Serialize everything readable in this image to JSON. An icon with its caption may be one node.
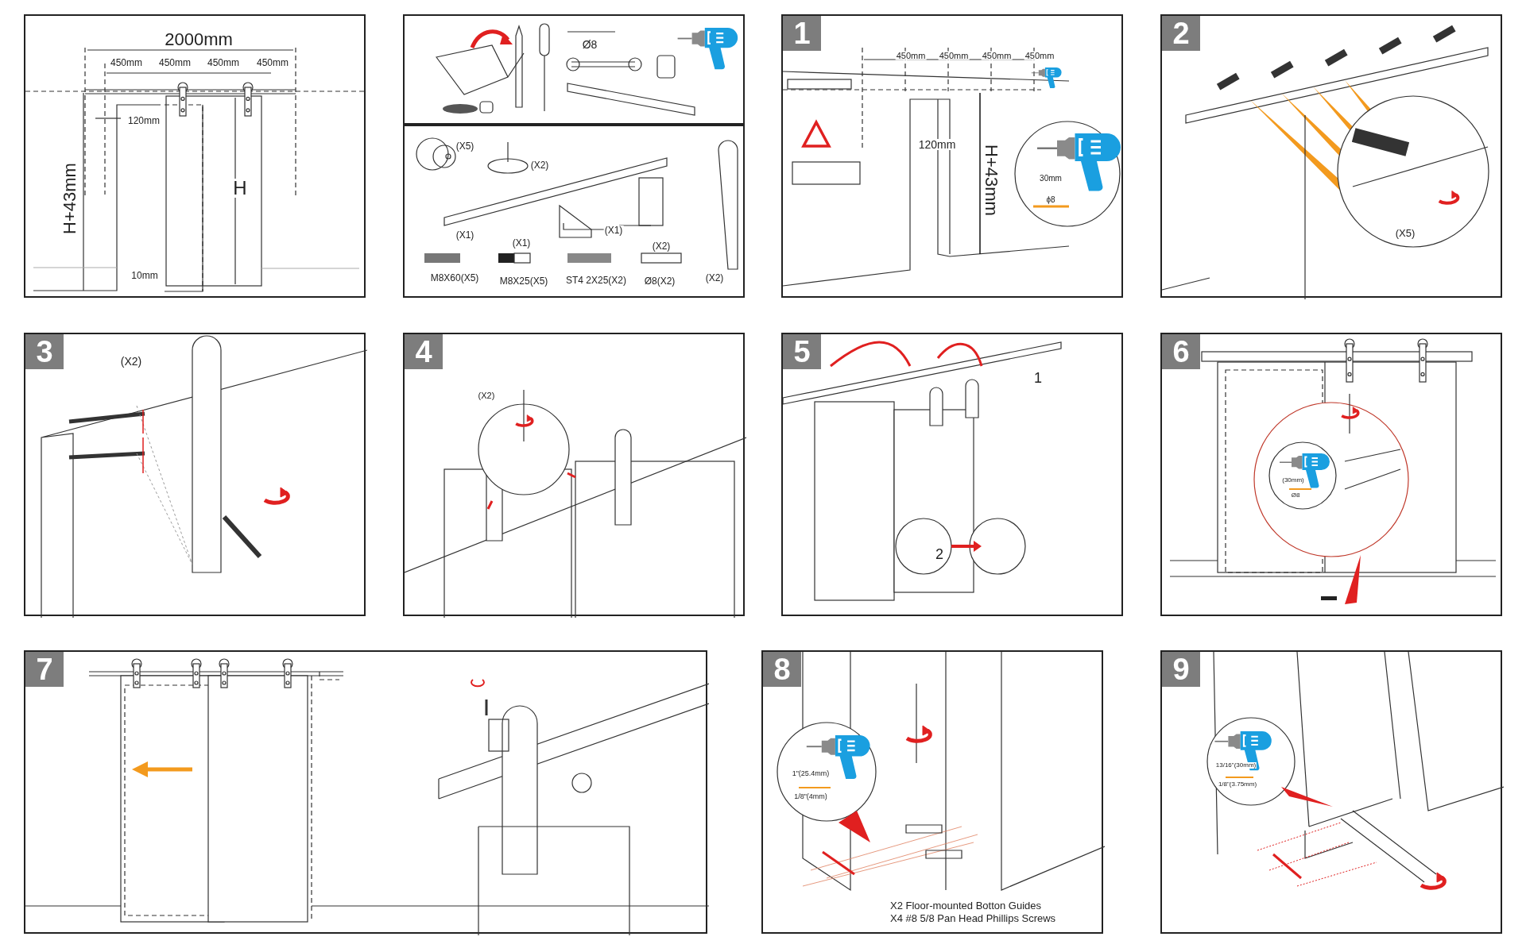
{
  "diagram": {
    "nodes": [
      {
        "text": [
          "2000mm",
          "450mm",
          "450mm",
          "450mm",
          "450mm",
          "120mm",
          "H+43mm",
          "H",
          "10mm"
        ]
      },
      {
        "text": [
          "Ø8"
        ]
      },
      {
        "text": [
          "(X5)",
          "(X2)",
          "(X1)",
          "(X1)",
          "(X1)",
          "(X2)",
          "M8X60(X5)",
          "M8X25(X5)",
          "ST4 2X25(X2)",
          "Ø8(X2)",
          "(X2)"
        ]
      },
      {
        "text": [
          "1",
          "450mm",
          "450mm",
          "450mm",
          "450mm",
          "120mm",
          "H+43mm",
          "30mm",
          "ϕ8"
        ]
      },
      {
        "text": [
          "2",
          "(X5)"
        ]
      },
      {
        "text": [
          "3",
          "(X2)"
        ]
      },
      {
        "text": [
          "4",
          "(X2)"
        ]
      },
      {
        "text": [
          "5",
          "1",
          "2"
        ]
      },
      {
        "text": [
          "6",
          "(30mm)",
          "Ø8"
        ]
      },
      {
        "text": [
          "7"
        ]
      },
      {
        "text": [
          "8",
          "1\"(25.4mm)",
          "1/8\"(4mm)",
          "X2 Floor-mounted Botton Guides",
          "X4 #8 5/8 Pan Head Phillips Screws"
        ]
      },
      {
        "text": [
          "9",
          "13/16\"(30mm)",
          "1/8\"(3.75mm)"
        ]
      }
    ]
  }
}
